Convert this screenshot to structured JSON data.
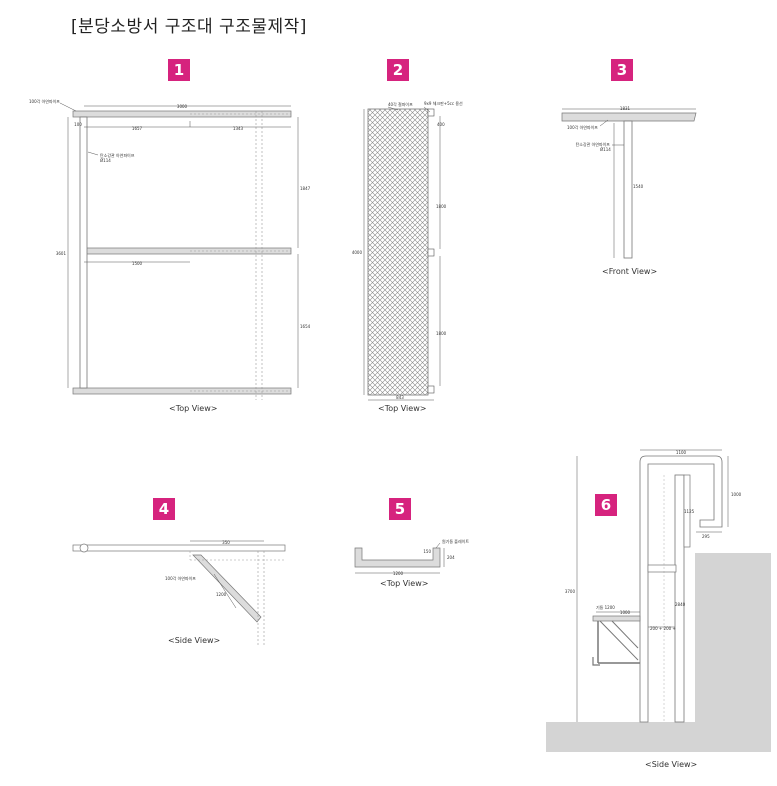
{
  "title": "[분당소방서 구조대 구조물제작]",
  "badges": [
    "1",
    "2",
    "3",
    "4",
    "5",
    "6"
  ],
  "captions": {
    "top_view": "<Top View>",
    "front_view": "<Front View>",
    "side_view": "<Side View>"
  },
  "fig1": {
    "label_pipe100": "100각 아연파이프",
    "label_pipe": "탄소강관 아연파이프",
    "label_dia": "Ø114",
    "dim_total_width": "3000",
    "dim_offset": "100",
    "dim_left": "1657",
    "dim_right": "1343",
    "dim_height": "3601",
    "dim_mid": "1500",
    "dim_upper": "1847",
    "dim_lower": "1654"
  },
  "fig2": {
    "label_bar": "40각 철파이프",
    "label_plate": "9x9 체크판+5cc 용선",
    "dim_top": "400",
    "dim_height": "4000",
    "dim_upper": "1800",
    "dim_lower": "1800",
    "dim_width": "843"
  },
  "fig3": {
    "dim_width": "1831",
    "label_pipe100": "100각 아연파이프",
    "label_pipe": "탄소강관 아연파이프",
    "label_dia": "Ø114",
    "dim_height": "1540"
  },
  "fig4": {
    "dim_top": "350",
    "label_pipe100": "100각 아연파이프",
    "dim_brace": "1200"
  },
  "fig5": {
    "label": "원기둥 플레이트",
    "dim_left": "150",
    "dim_right": "204",
    "dim_width": "1200"
  },
  "fig6": {
    "dim_top_width": "1100",
    "dim_right_top": "1000",
    "dim_inner": "1125",
    "dim_offset": "295",
    "dim_total_height": "3700",
    "dim_mid_height": "2840",
    "label_platform": "기둥 1200",
    "dim_platform": "1000",
    "dim_gap": "200 + 200 +"
  }
}
